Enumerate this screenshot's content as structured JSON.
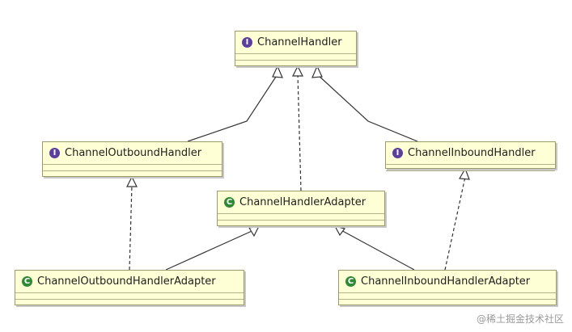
{
  "nodes": {
    "channel_handler": {
      "label": "ChannelHandler",
      "kind": "interface",
      "badge": "I"
    },
    "channel_outbound_handler": {
      "label": "ChannelOutboundHandler",
      "kind": "interface",
      "badge": "I"
    },
    "channel_inbound_handler": {
      "label": "ChannelInboundHandler",
      "kind": "interface",
      "badge": "I"
    },
    "channel_handler_adapter": {
      "label": "ChannelHandlerAdapter",
      "kind": "class",
      "badge": "C"
    },
    "channel_outbound_handler_adapter": {
      "label": "ChannelOutboundHandlerAdapter",
      "kind": "class",
      "badge": "C"
    },
    "channel_inbound_handler_adapter": {
      "label": "ChannelInboundHandlerAdapter",
      "kind": "class",
      "badge": "C"
    }
  },
  "edges": [
    {
      "from": "channel_outbound_handler",
      "to": "channel_handler",
      "style": "solid"
    },
    {
      "from": "channel_inbound_handler",
      "to": "channel_handler",
      "style": "solid"
    },
    {
      "from": "channel_handler_adapter",
      "to": "channel_handler",
      "style": "dashed"
    },
    {
      "from": "channel_outbound_handler_adapter",
      "to": "channel_outbound_handler",
      "style": "dashed"
    },
    {
      "from": "channel_outbound_handler_adapter",
      "to": "channel_handler_adapter",
      "style": "solid"
    },
    {
      "from": "channel_inbound_handler_adapter",
      "to": "channel_inbound_handler",
      "style": "dashed"
    },
    {
      "from": "channel_inbound_handler_adapter",
      "to": "channel_handler_adapter",
      "style": "solid"
    }
  ],
  "watermark": "@稀土掘金技术社区",
  "colors": {
    "node_fill": "#ffffd6",
    "interface_badge": "#5b3e9e",
    "class_badge": "#2f8a35",
    "line": "#333333"
  }
}
